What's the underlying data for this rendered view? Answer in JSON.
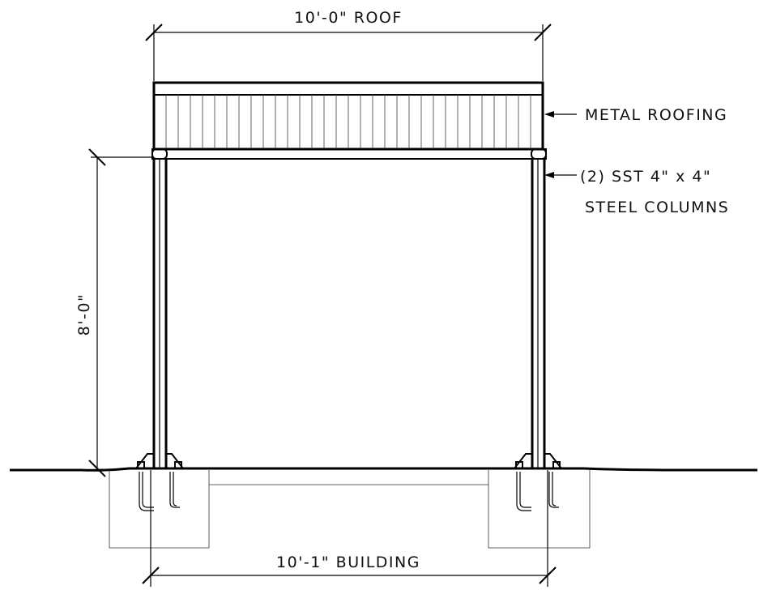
{
  "labels": {
    "roof_dimension": "10'-0\" ROOF",
    "height_dimension": "8'-0\"",
    "building_dimension": "10'-1\" BUILDING",
    "roofing_callout": "METAL ROOFING",
    "columns_callout_line1": "(2)   SST 4\" x 4\"",
    "columns_callout_line2": "STEEL COLUMNS"
  },
  "colors": {
    "ink": "#000000",
    "background": "#ffffff"
  }
}
